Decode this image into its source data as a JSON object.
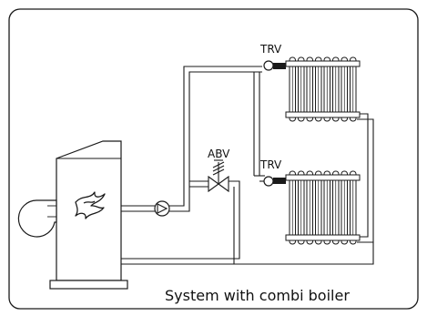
{
  "labels": {
    "trv_top": "TRV",
    "trv_bottom": "TRV",
    "abv": "ABV"
  },
  "caption": "System with combi boiler",
  "components": {
    "boiler": "boiler",
    "burner": "burner-flame-icon",
    "fan": "fan",
    "pump": "circulation-pump",
    "abv_valve": "automatic-bypass-valve",
    "radiators": [
      "radiator-top",
      "radiator-bottom"
    ]
  },
  "colors": {
    "line": "#1a1a1a",
    "background": "#ffffff"
  }
}
